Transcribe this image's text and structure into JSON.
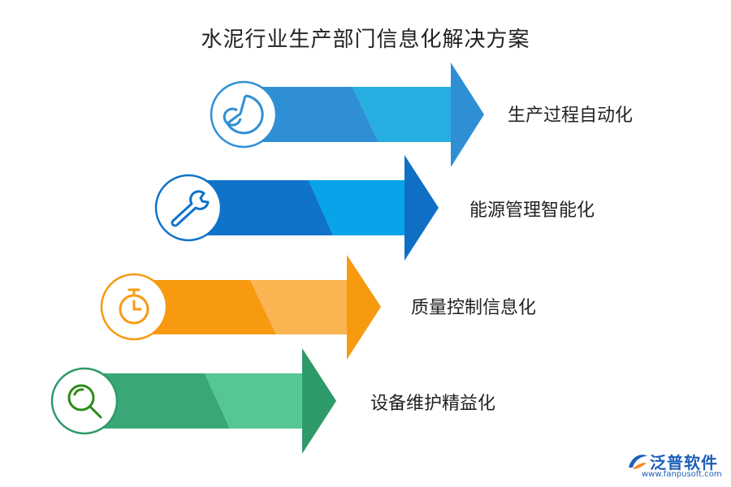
{
  "title": "水泥行业生产部门信息化解决方案",
  "steps": [
    {
      "label": "生产过程自动化",
      "icon": "pie-chart-icon",
      "colors": {
        "dark": "#2f8fd5",
        "light": "#27aee0",
        "tip": "#2f8fd5"
      }
    },
    {
      "label": "能源管理智能化",
      "icon": "wrench-icon",
      "colors": {
        "dark": "#0f73c9",
        "light": "#08a3e8",
        "tip": "#0f6fc4"
      }
    },
    {
      "label": "质量控制信息化",
      "icon": "stopwatch-icon",
      "colors": {
        "dark": "#f79a10",
        "light": "#fbb452",
        "tip": "#f79a10"
      }
    },
    {
      "label": "设备维护精益化",
      "icon": "magnifier-icon",
      "colors": {
        "dark": "#3aa876",
        "light": "#55c795",
        "tip": "#2e9a69"
      }
    }
  ],
  "logo": {
    "name": "泛普软件",
    "url": "www.fanpusoft.com",
    "color": "#1d5fb8"
  }
}
